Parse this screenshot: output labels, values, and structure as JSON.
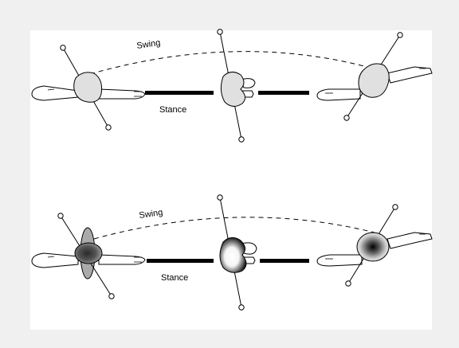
{
  "colors": {
    "background": "#f0f0f0",
    "canvas": "#ffffff",
    "ink": "#000000",
    "body_fill": "#e0e0e0",
    "arm_fill": "#ffffff"
  },
  "panels": [
    {
      "id": "top",
      "swing_label": "Swing",
      "stance_label": "Stance",
      "shading": "uniform"
    },
    {
      "id": "bottom",
      "swing_label": "Swing",
      "stance_label": "Stance",
      "shading": "gradient"
    }
  ]
}
